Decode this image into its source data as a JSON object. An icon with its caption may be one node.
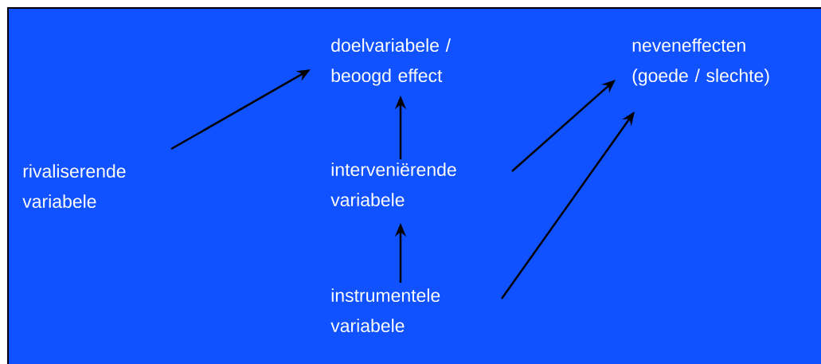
{
  "diagram": {
    "nodes": [
      {
        "text": [
          "doelvariabele / beoogd effect"
        ]
      },
      {
        "text": [
          "neveneffecten (goede / slechte)"
        ]
      },
      {
        "text": [
          "rivaliserende variabele"
        ]
      },
      {
        "text": [
          "interveniërende variabele"
        ]
      },
      {
        "text": [
          "instrumentele variabele"
        ]
      }
    ],
    "edges": [
      {
        "from": 2,
        "to": 0,
        "arrow": "to"
      },
      {
        "from": 3,
        "to": 0,
        "arrow": "to"
      },
      {
        "from": 4,
        "to": 3,
        "arrow": "to"
      },
      {
        "from": 3,
        "to": 1,
        "arrow": "to"
      },
      {
        "from": 4,
        "to": 1,
        "arrow": "to"
      }
    ]
  }
}
